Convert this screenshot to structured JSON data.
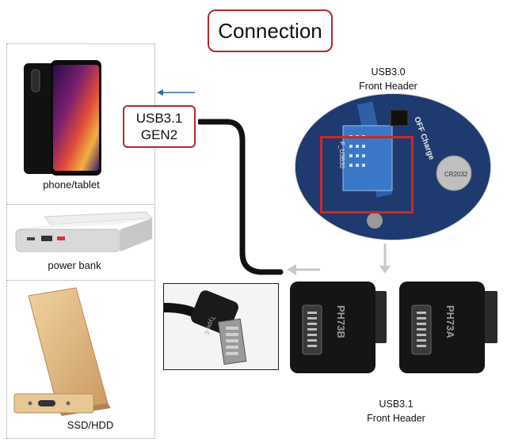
{
  "title": "Connection",
  "devices": [
    {
      "label": "phone/tablet"
    },
    {
      "label": "power bank"
    },
    {
      "label": "SSD/HDD"
    }
  ],
  "cable_label": {
    "line1": "USB3.1",
    "line2": "GEN2"
  },
  "usb30_header": {
    "line1": "USB3.0",
    "line2": "Front Header"
  },
  "usb31_header": {
    "line1": "USB3.1",
    "line2": "Front Header"
  },
  "adapters": [
    {
      "marking": "PH73B"
    },
    {
      "marking": "PH73A"
    }
  ],
  "closeup_marking": "Type-E",
  "motherboard": {
    "marking1": "OFF Charge",
    "marking2": "F_U3B30",
    "marking3": "CR2032"
  },
  "colors": {
    "accent_red": "#b22a2a",
    "arrow_blue": "#2a6fb0",
    "arrow_gray": "#c8c8c8"
  }
}
